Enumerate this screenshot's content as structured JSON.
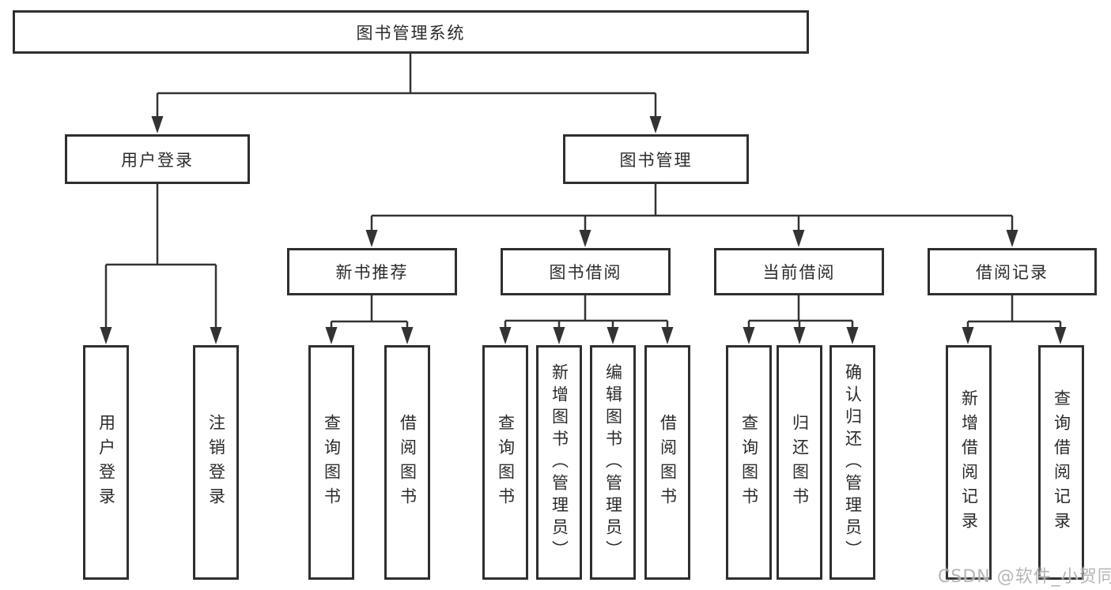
{
  "diagram": {
    "root": {
      "label": "图书管理系统"
    },
    "level2": [
      {
        "label": "用户登录"
      },
      {
        "label": "图书管理"
      }
    ],
    "level3": [
      {
        "label": "新书推荐"
      },
      {
        "label": "图书借阅"
      },
      {
        "label": "当前借阅"
      },
      {
        "label": "借阅记录"
      }
    ],
    "leaves": {
      "user_login": [
        {
          "label": "用户登录"
        },
        {
          "label": "注销登录"
        }
      ],
      "new_books": [
        {
          "label": "查询图书"
        },
        {
          "label": "借阅图书"
        }
      ],
      "book_borrow": [
        {
          "label": "查询图书"
        },
        {
          "label": "新增图书（管理员）"
        },
        {
          "label": "编辑图书（管理员）"
        },
        {
          "label": "借阅图书"
        }
      ],
      "current_borrow": [
        {
          "label": "查询图书"
        },
        {
          "label": "归还图书"
        },
        {
          "label": "确认归还（管理员）"
        }
      ],
      "borrow_records": [
        {
          "label": "新增借阅记录"
        },
        {
          "label": "查询借阅记录"
        }
      ]
    }
  },
  "watermark": {
    "text": "CSDN @软件_小贺同学"
  },
  "colors": {
    "line": "#333333",
    "border": "#2f2f2f",
    "text": "#2b2b2b",
    "watermark": "#b2b2b2",
    "background": "#ffffff"
  }
}
